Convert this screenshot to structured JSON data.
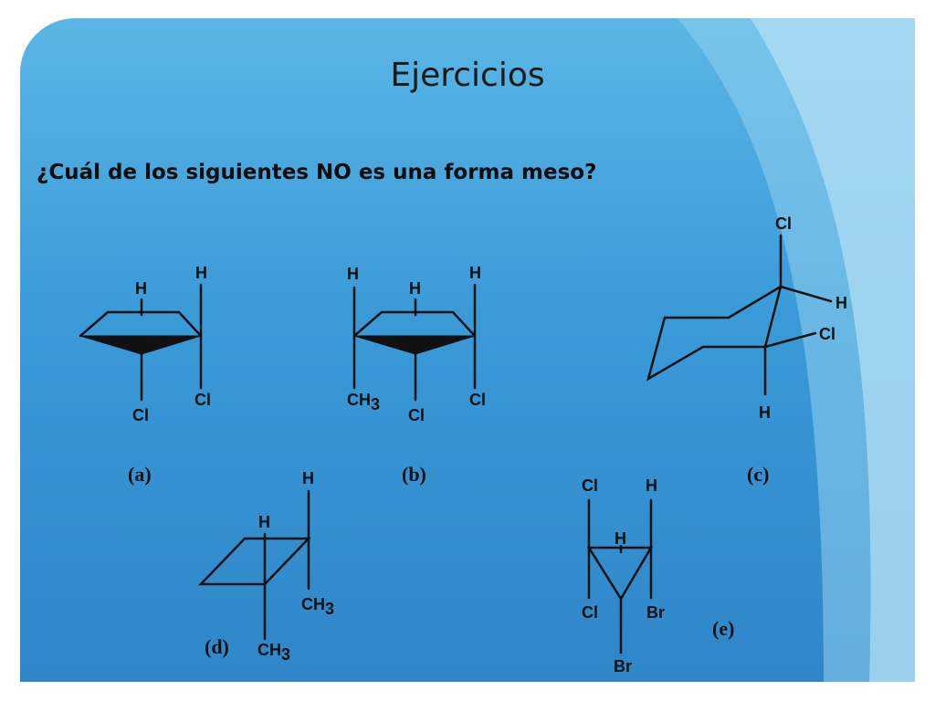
{
  "slide": {
    "title": "Ejercicios",
    "question": "¿Cuál de los siguientes NO es una forma meso?"
  },
  "structures": {
    "a": {
      "label": "(a)",
      "atoms": {
        "h_top_left": "H",
        "h_top_right": "H",
        "cl_bottom_left": "Cl",
        "cl_bottom_right": "Cl"
      }
    },
    "b": {
      "label": "(b)",
      "atoms": {
        "h_top_left": "H",
        "h_top_mid": "H",
        "h_top_right": "H",
        "ch3_main": "CH",
        "ch3_sub": "3",
        "cl_bottom_mid": "Cl",
        "cl_bottom_right": "Cl"
      }
    },
    "c": {
      "label": "(c)",
      "atoms": {
        "cl_top": "Cl",
        "h_right": "H",
        "cl_right": "Cl",
        "h_bottom": "H"
      }
    },
    "d": {
      "label": "(d)",
      "atoms": {
        "h_top_right": "H",
        "h_top_left": "H",
        "ch3_right_main": "CH",
        "ch3_right_sub": "3",
        "ch3_bottom_main": "CH",
        "ch3_bottom_sub": "3"
      }
    },
    "e": {
      "label": "(e)",
      "atoms": {
        "cl_top_left": "Cl",
        "h_top_right": "H",
        "h_mid": "H",
        "cl_bottom_left": "Cl",
        "br_right": "Br",
        "br_bottom": "Br"
      }
    }
  }
}
